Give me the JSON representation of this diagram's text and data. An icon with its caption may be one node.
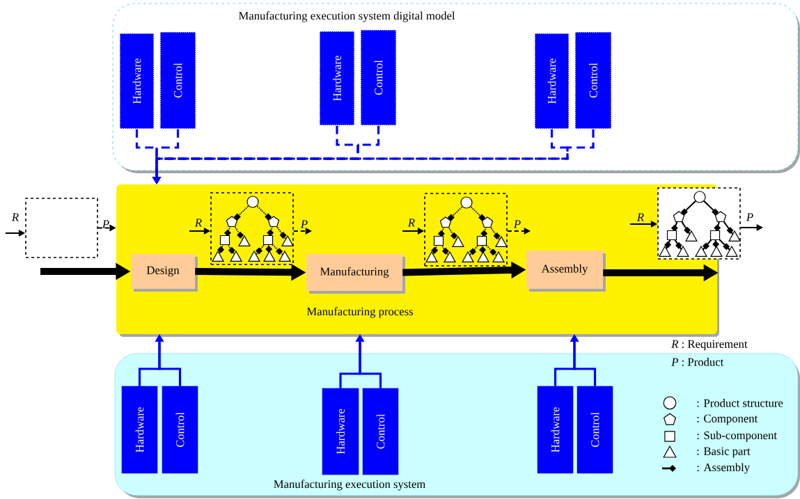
{
  "diagram": {
    "nodes": [
      {
        "text": [
          "Manufacturing execution system digital model"
        ]
      },
      {
        "text": [
          "Hardware"
        ],
        "in": 0
      },
      {
        "text": [
          "Control"
        ],
        "in": 0
      },
      {
        "text": [
          "Hardware"
        ],
        "in": 0
      },
      {
        "text": [
          "Control"
        ],
        "in": 0
      },
      {
        "text": [
          "Hardware"
        ],
        "in": 0
      },
      {
        "text": [
          "Control"
        ],
        "in": 0
      },
      {
        "text": [
          "Manufacturing process"
        ]
      },
      {
        "text": [],
        "shape": "box"
      },
      {
        "text": [
          "Design"
        ],
        "in": 7
      },
      {
        "text": [],
        "shape": "picture",
        "in": 7
      },
      {
        "text": [
          "Manufacturing"
        ],
        "in": 7
      },
      {
        "text": [],
        "shape": "picture",
        "in": 7
      },
      {
        "text": [
          "Assembly"
        ],
        "in": 7
      },
      {
        "text": [],
        "shape": "picture"
      },
      {
        "text": [
          "Manufacturing execution system"
        ]
      },
      {
        "text": [
          "Hardware"
        ],
        "in": 15
      },
      {
        "text": [
          "Control"
        ],
        "in": 15
      },
      {
        "text": [
          "Hardware"
        ],
        "in": 15
      },
      {
        "text": [
          "Control"
        ],
        "in": 15
      },
      {
        "text": [
          "Hardware"
        ],
        "in": 15
      },
      {
        "text": [
          "Control"
        ],
        "in": 15
      }
    ],
    "edges": [
      {
        "from": null,
        "to": 8,
        "arrow": "to",
        "label": "*R*"
      },
      {
        "from": 8,
        "to": 7,
        "arrow": "to",
        "label": "*P*",
        "style": "dashed"
      },
      {
        "from": null,
        "to": 10,
        "arrow": "to",
        "label": "*R*"
      },
      {
        "from": 10,
        "to": null,
        "arrow": "to",
        "label": "*P*",
        "style": "dashed"
      },
      {
        "from": null,
        "to": 12,
        "arrow": "to",
        "label": "*R*"
      },
      {
        "from": 12,
        "to": null,
        "arrow": "to",
        "label": "*P*",
        "style": "dashed"
      },
      {
        "from": null,
        "to": 14,
        "arrow": "to",
        "label": "*R*"
      },
      {
        "from": 14,
        "to": null,
        "arrow": "to",
        "label": "*P*"
      },
      {
        "from": null,
        "to": 9,
        "arrow": "to",
        "style": "thick"
      },
      {
        "from": 9,
        "to": 11,
        "arrow": "to",
        "style": "thick"
      },
      {
        "from": 11,
        "to": 13,
        "arrow": "to",
        "style": "thick"
      },
      {
        "from": 13,
        "to": null,
        "arrow": "to",
        "style": "thick"
      },
      {
        "from": 1,
        "to": 7,
        "arrow": "to",
        "style": "dashed",
        "color": "#0000ff"
      },
      {
        "from": 2,
        "to": 7,
        "arrow": "to",
        "style": "dashed",
        "color": "#0000ff"
      },
      {
        "from": 3,
        "to": 7,
        "arrow": "to",
        "style": "dashed",
        "color": "#0000ff"
      },
      {
        "from": 4,
        "to": 7,
        "arrow": "to",
        "style": "dashed",
        "color": "#0000ff"
      },
      {
        "from": 5,
        "to": 7,
        "arrow": "to",
        "style": "dashed",
        "color": "#0000ff"
      },
      {
        "from": 6,
        "to": 7,
        "arrow": "to",
        "style": "dashed",
        "color": "#0000ff"
      },
      {
        "from": 16,
        "to": 7,
        "arrow": "to",
        "color": "#0000ff"
      },
      {
        "from": 17,
        "to": 7,
        "arrow": "to",
        "color": "#0000ff"
      },
      {
        "from": 18,
        "to": 7,
        "arrow": "to",
        "color": "#0000ff"
      },
      {
        "from": 19,
        "to": 7,
        "arrow": "to",
        "color": "#0000ff"
      },
      {
        "from": 20,
        "to": 7,
        "arrow": "to",
        "color": "#0000ff"
      },
      {
        "from": 21,
        "to": 7,
        "arrow": "to",
        "color": "#0000ff"
      }
    ],
    "legend": [
      {
        "text": "*R*   : Requirement"
      },
      {
        "text": "*P*   : Product"
      },
      {
        "text": ": Product structure"
      },
      {
        "text": ": Component"
      },
      {
        "text": ": Sub-component"
      },
      {
        "text": ": Basic part"
      },
      {
        "text": ": Assembly"
      }
    ]
  }
}
